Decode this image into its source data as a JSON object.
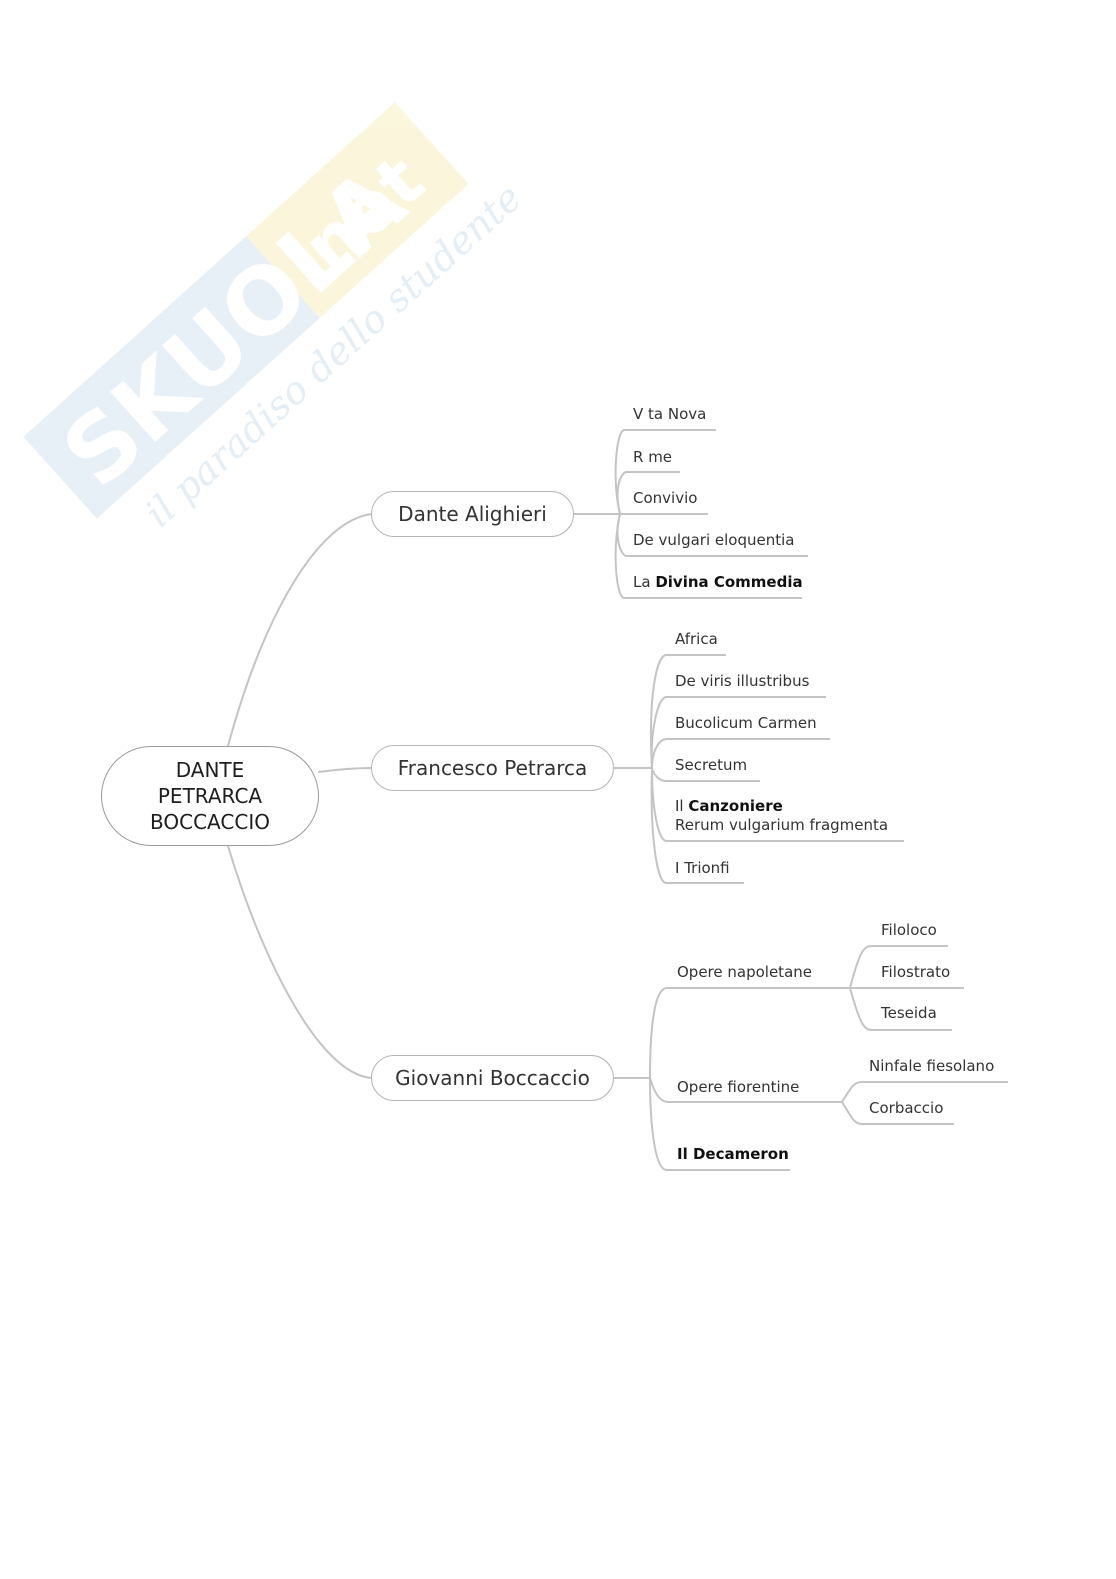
{
  "watermark": {
    "brand": "SKUOLA.net",
    "tagline": "il paradiso dello studente"
  },
  "mindmap": {
    "root": [
      "DANTE",
      "PETRARCA",
      "BOCCACCIO"
    ],
    "authors": [
      {
        "name": "Dante Alighieri",
        "works": [
          {
            "text": "V ta Nova"
          },
          {
            "text": "R me"
          },
          {
            "text": "Convivio"
          },
          {
            "text": "De vulgari eloquentia"
          },
          {
            "prefix": "La ",
            "bold": "Divina Commedia"
          }
        ]
      },
      {
        "name": "Francesco Petrarca",
        "works": [
          {
            "text": "Africa"
          },
          {
            "text": "De viris illustribus"
          },
          {
            "text": "Bucolicum Carmen"
          },
          {
            "text": "Secretum"
          },
          {
            "prefix": "Il ",
            "bold": "Canzoniere",
            "line2": "Rerum vulgarium fragmenta"
          },
          {
            "text": "I Trionfi"
          }
        ]
      },
      {
        "name": "Giovanni Boccaccio",
        "groups": [
          {
            "label": "Opere napoletane",
            "works": [
              "Filoloco",
              "Filostrato",
              "Teseida"
            ]
          },
          {
            "label": "Opere fiorentine",
            "works": [
              "Ninfale fiesolano",
              "Corbaccio"
            ]
          }
        ],
        "highlight": "Il Decameron"
      }
    ]
  }
}
